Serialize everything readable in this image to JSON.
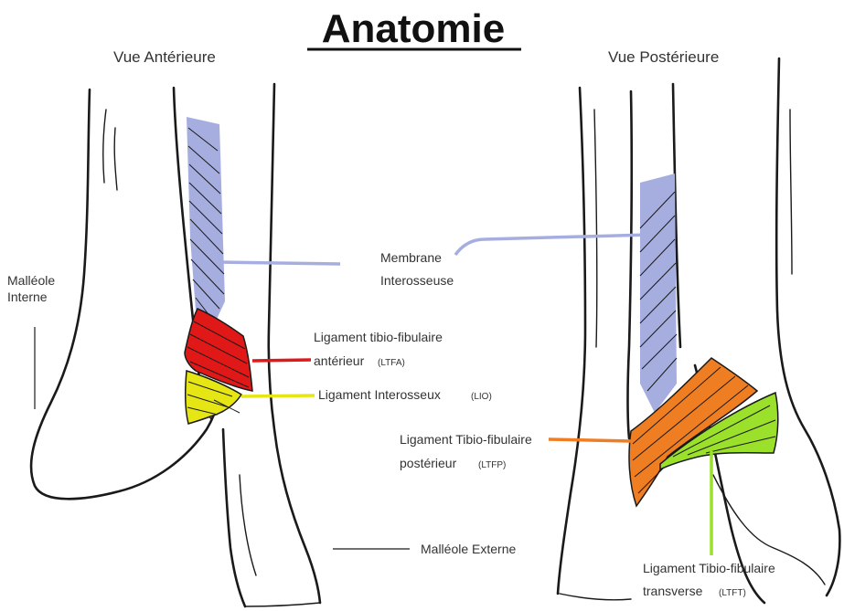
{
  "title": "Anatomie",
  "views": {
    "anterior": "Vue Antérieure",
    "posterior": "Vue Postérieure"
  },
  "labels": {
    "malleole_interne_line1": "Malléole",
    "malleole_interne_line2": "Interne",
    "membrane_line1": "Membrane",
    "membrane_line2": "Interosseuse",
    "ltfa_line1": "Ligament tibio-fibulaire",
    "ltfa_line2": "antérieur",
    "ltfa_abbr": "(LTFA)",
    "lio_name": "Ligament Interosseux",
    "lio_abbr": "(LIO)",
    "ltfp_line1": "Ligament Tibio-fibulaire",
    "ltfp_line2": "postérieur",
    "ltfp_abbr": "(LTFP)",
    "malleole_externe": "Malléole Externe",
    "ltft_line1": "Ligament Tibio-fibulaire",
    "ltft_line2": "transverse",
    "ltft_abbr": "(LTFT)"
  },
  "colors": {
    "membrane": "#a6aee0",
    "ltfa": "#e01818",
    "lio": "#e6e615",
    "ltfp": "#ef7d22",
    "ltft": "#9be02a",
    "bone_outline": "#1a1a1a"
  }
}
